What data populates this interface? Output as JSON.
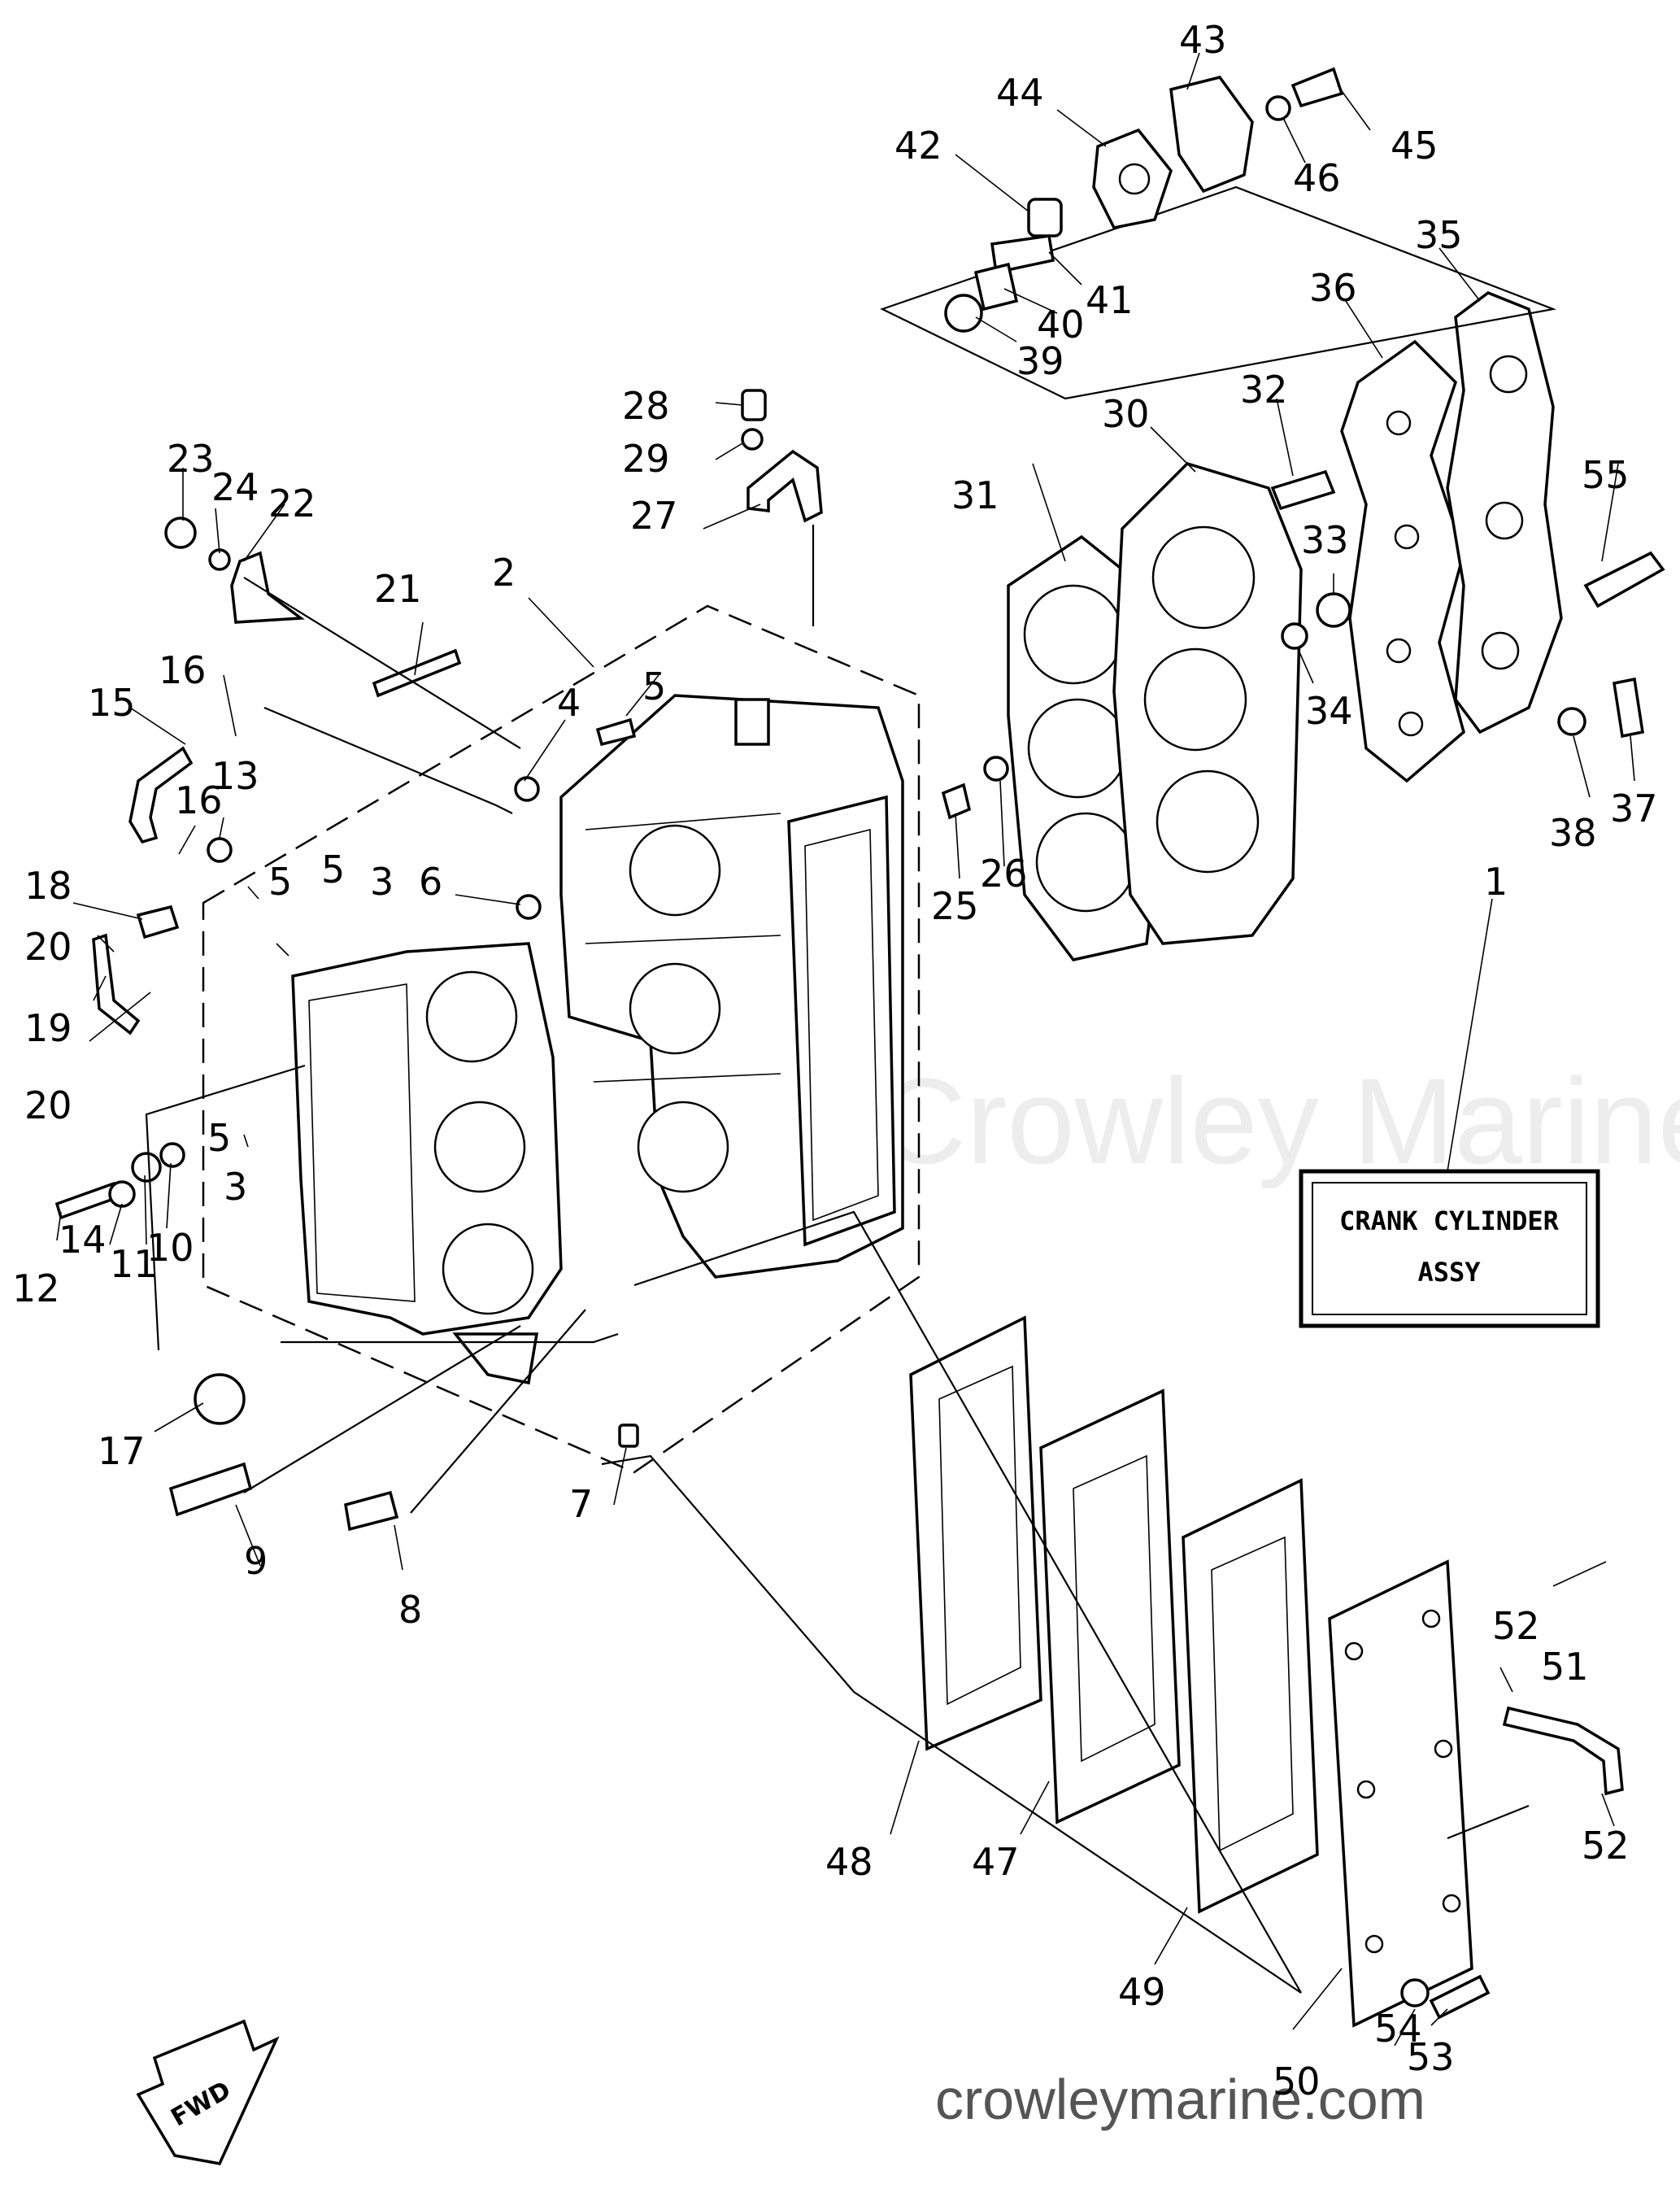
{
  "title_box": {
    "line1": "CRANK CYLINDER",
    "line2": "ASSY"
  },
  "watermark": "Crowley Marine",
  "website": "crowleymarine.com",
  "fwd_arrow_label": "FWD",
  "labels": {
    "n1": "1",
    "n2": "2",
    "n3a": "3",
    "n3b": "3",
    "n4": "4",
    "n5a": "5",
    "n5b": "5",
    "n5c": "5",
    "n5d": "5",
    "n6": "6",
    "n7": "7",
    "n8": "8",
    "n9": "9",
    "n10": "10",
    "n11": "11",
    "n12": "12",
    "n13": "13",
    "n14": "14",
    "n15": "15",
    "n16a": "16",
    "n16b": "16",
    "n17": "17",
    "n18": "18",
    "n19": "19",
    "n20a": "20",
    "n20b": "20",
    "n21": "21",
    "n22": "22",
    "n23": "23",
    "n24": "24",
    "n25": "25",
    "n26": "26",
    "n27": "27",
    "n28": "28",
    "n29": "29",
    "n30": "30",
    "n31": "31",
    "n32": "32",
    "n33": "33",
    "n34": "34",
    "n35": "35",
    "n36": "36",
    "n37": "37",
    "n38": "38",
    "n39": "39",
    "n40": "40",
    "n41": "41",
    "n42": "42",
    "n43": "43",
    "n44": "44",
    "n45": "45",
    "n46": "46",
    "n47": "47",
    "n48": "48",
    "n49": "49",
    "n50": "50",
    "n51": "51",
    "n52a": "52",
    "n52b": "52",
    "n53": "53",
    "n54": "54",
    "n55": "55"
  }
}
